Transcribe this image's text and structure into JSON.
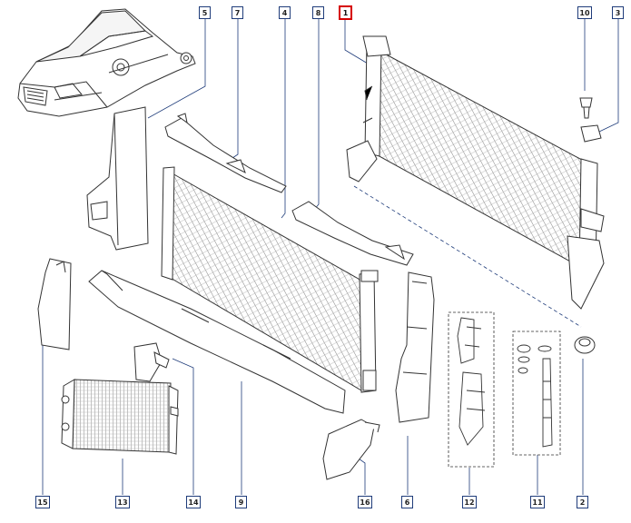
{
  "callouts": [
    {
      "id": "c1",
      "label": "1",
      "active": true
    },
    {
      "id": "c2",
      "label": "2"
    },
    {
      "id": "c3",
      "label": "3"
    },
    {
      "id": "c4",
      "label": "4"
    },
    {
      "id": "c5",
      "label": "5"
    },
    {
      "id": "c6",
      "label": "6"
    },
    {
      "id": "c7",
      "label": "7"
    },
    {
      "id": "c8",
      "label": "8"
    },
    {
      "id": "c9",
      "label": "9"
    },
    {
      "id": "c10",
      "label": "10"
    },
    {
      "id": "c11",
      "label": "11"
    },
    {
      "id": "c12",
      "label": "12"
    },
    {
      "id": "c13",
      "label": "13"
    },
    {
      "id": "c14",
      "label": "14"
    },
    {
      "id": "c15",
      "label": "15"
    },
    {
      "id": "c16",
      "label": "16"
    }
  ],
  "colors": {
    "line": "#1f3c7a",
    "part": "#333333",
    "highlight": "#d60000"
  }
}
